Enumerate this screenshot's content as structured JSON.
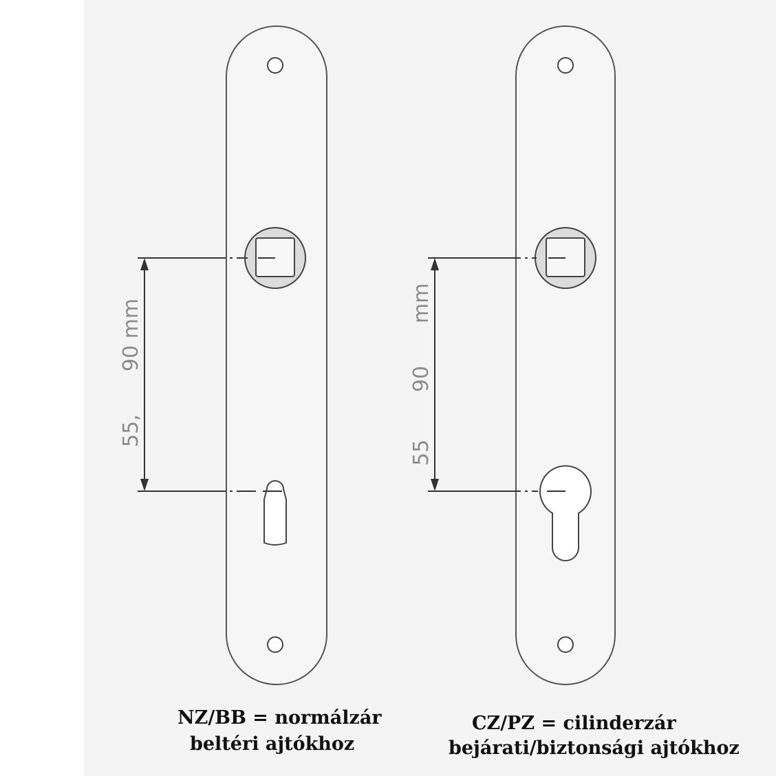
{
  "colors": {
    "panel_background": "#f4f4f4",
    "outline": "#555555",
    "dimension_line": "#333333",
    "dimension_text": "#8c8c8c",
    "caption_text": "#111111"
  },
  "plates": [
    {
      "name": "normal lock plate",
      "lock_type": "keyhole",
      "dimension_labels": {
        "short": "55,",
        "long": "90 mm"
      },
      "caption_line_1": "NZ/BB = normálzár",
      "caption_line_2": "beltéri ajtókhoz"
    },
    {
      "name": "cylinder lock plate",
      "lock_type": "euro-cylinder",
      "dimension_labels": {
        "short": "55",
        "long": "90",
        "unit": "mm"
      },
      "caption_line_1": "CZ/PZ = cilinderzár",
      "caption_line_2": "bejárati/biztonsági ajtókhoz"
    }
  ]
}
